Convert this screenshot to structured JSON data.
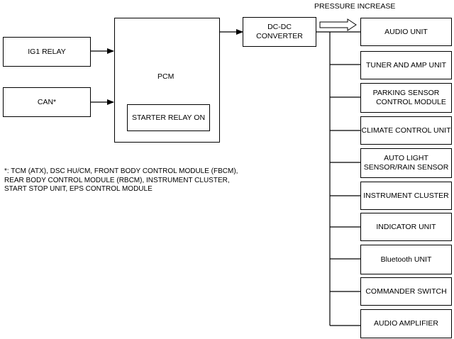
{
  "diagram": {
    "inputs": {
      "ig1_relay": "IG1 RELAY",
      "can": "CAN*"
    },
    "pcm": {
      "label": "PCM",
      "starter_relay": "STARTER RELAY ON"
    },
    "dcdc": {
      "label": "DC-DC CONVERTER",
      "signal": "PRESSURE INCREASE"
    },
    "units": [
      {
        "line1": "AUDIO UNIT",
        "line2": ""
      },
      {
        "line1": "TUNER AND AMP UNIT",
        "line2": ""
      },
      {
        "line1": "PARKING SENSOR",
        "line2": "CONTROL MODULE"
      },
      {
        "line1": "CLIMATE CONTROL UNIT",
        "line2": ""
      },
      {
        "line1": "AUTO LIGHT",
        "line2": "SENSOR/RAIN SENSOR"
      },
      {
        "line1": "INSTRUMENT CLUSTER",
        "line2": ""
      },
      {
        "line1": "INDICATOR UNIT",
        "line2": ""
      },
      {
        "line1": "Bluetooth UNIT",
        "line2": ""
      },
      {
        "line1": "COMMANDER SWITCH",
        "line2": ""
      },
      {
        "line1": "AUDIO AMPLIFIER",
        "line2": ""
      }
    ],
    "footnote": [
      "*: TCM (ATX), DSC HU/CM, FRONT BODY CONTROL MODULE (FBCM),",
      "REAR BODY CONTROL MODULE (RBCM), INSTRUMENT CLUSTER,",
      "START STOP UNIT, EPS CONTROL MODULE"
    ]
  }
}
